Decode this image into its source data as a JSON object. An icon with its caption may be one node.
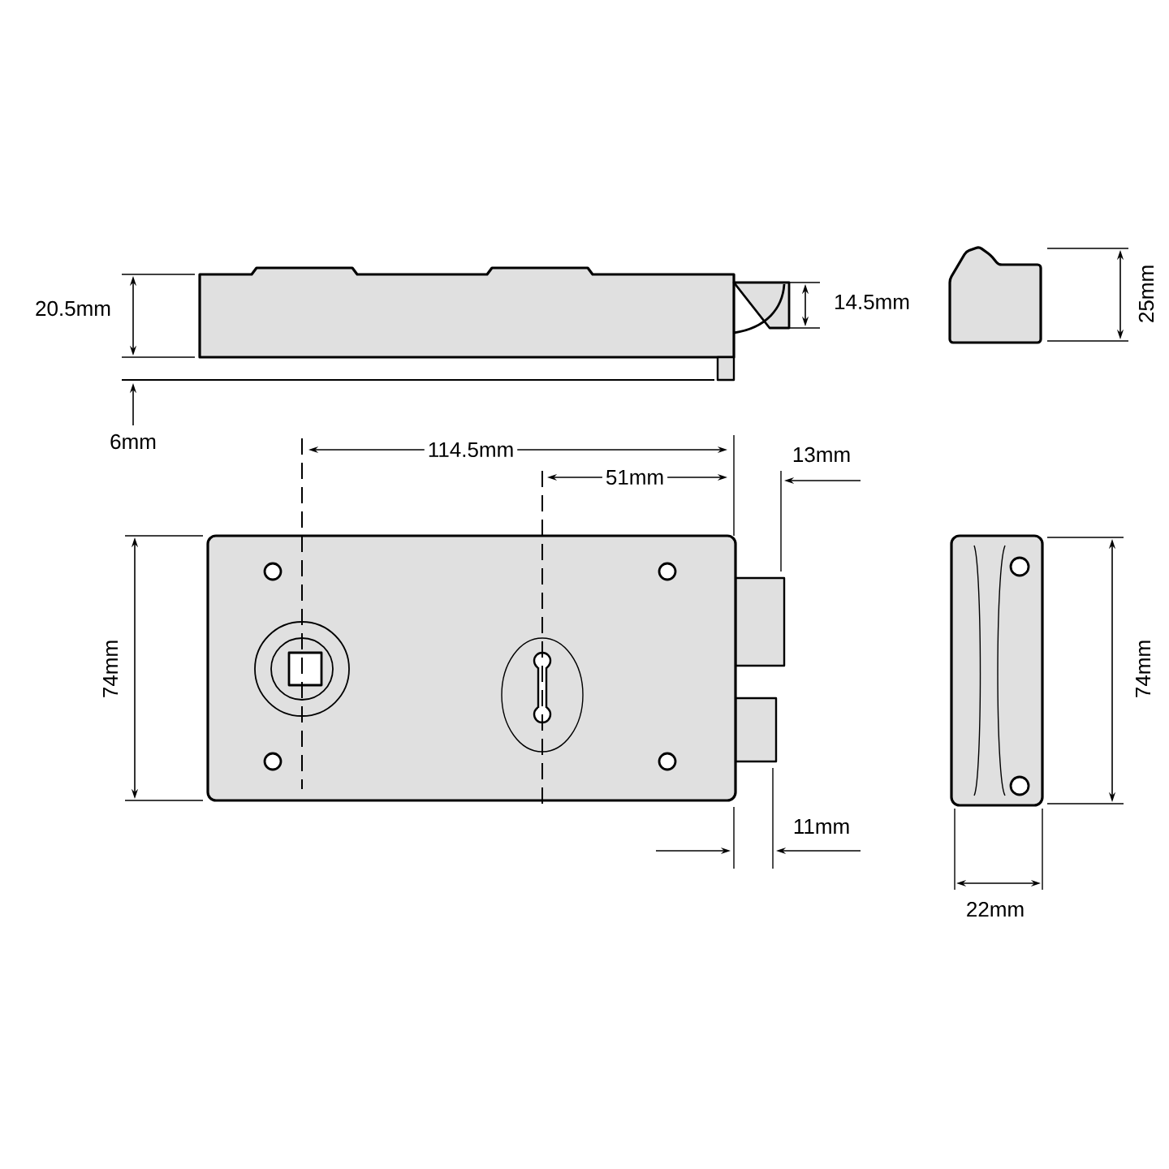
{
  "diagram": {
    "labels": [
      "20.5mm",
      "14.5mm",
      "25mm",
      "6mm",
      "114.5mm",
      "13mm",
      "51mm",
      "74mm",
      "74mm",
      "11mm",
      "22mm"
    ]
  }
}
